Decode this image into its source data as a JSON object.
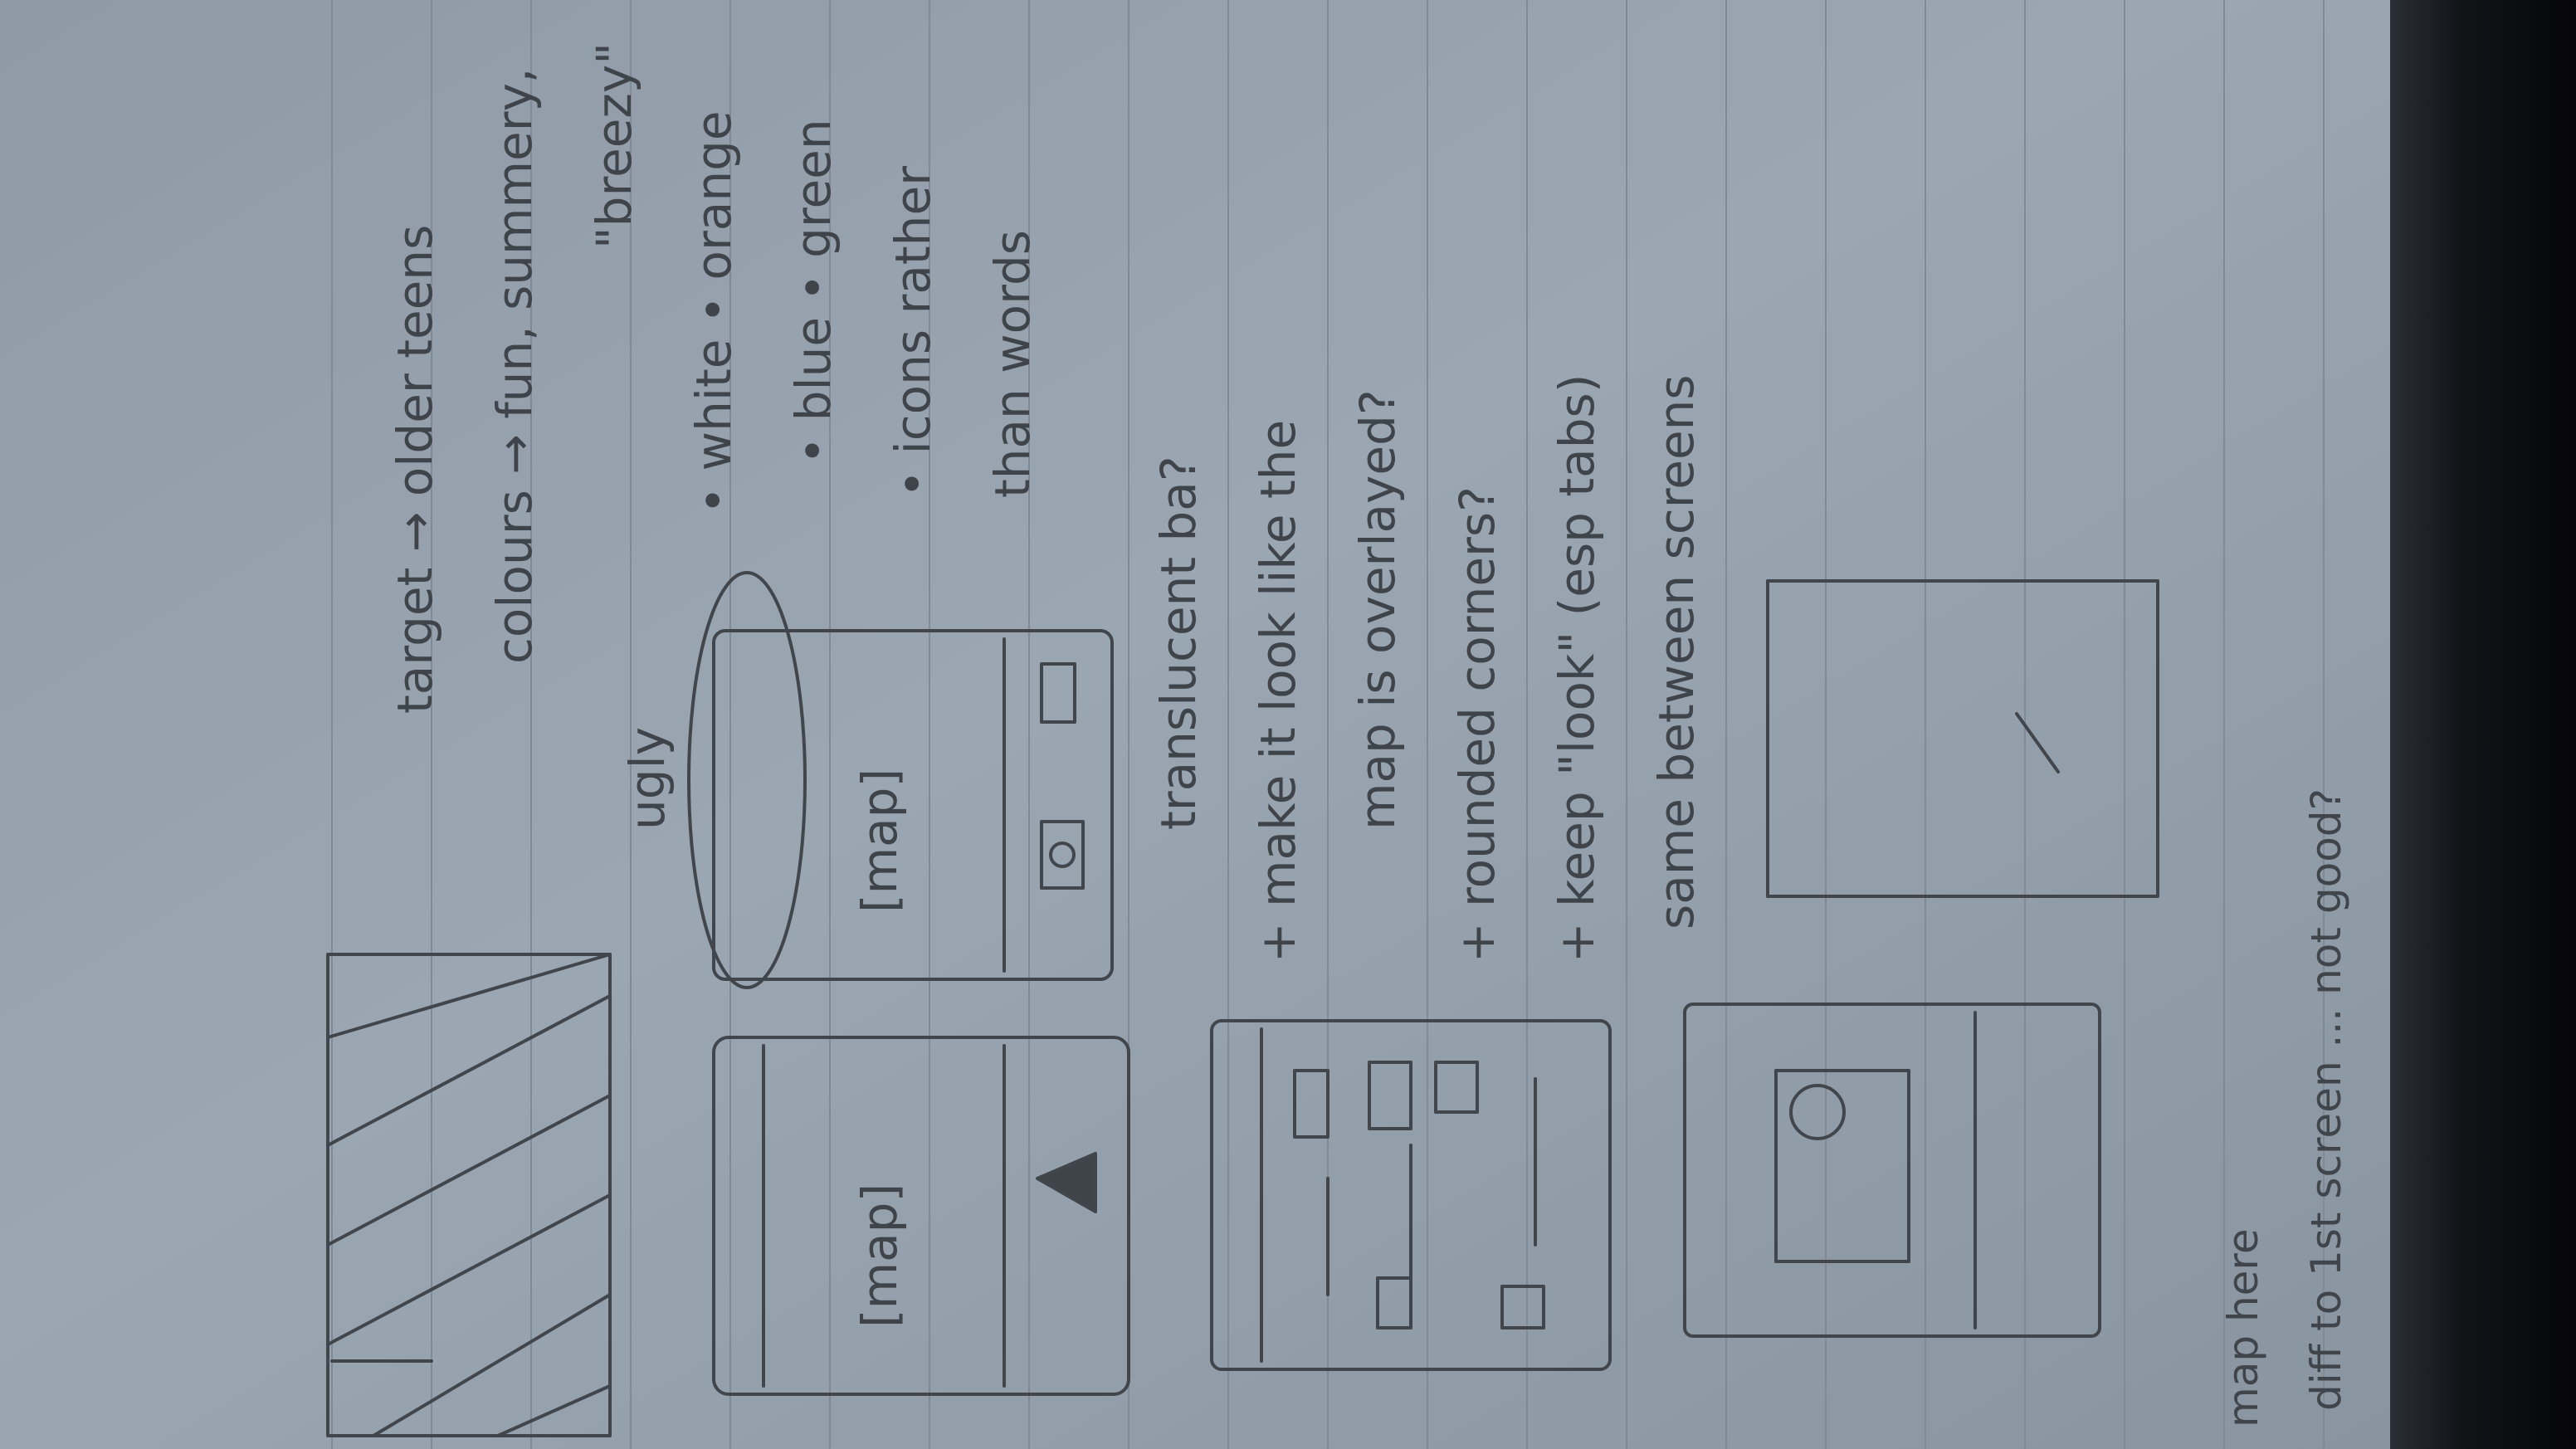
{
  "notes": {
    "target_line": "target → older teens",
    "colours_line": "colours → fun, summery,",
    "breezy": "\"breezy\"",
    "color_white_orange": "• white • orange",
    "color_blue_green": "• blue • green",
    "icons_line": "• icons rather",
    "than_words": "than words",
    "ugly": "ugly",
    "translucent": "translucent ba?",
    "make_look": "+ make it look like the",
    "map_overlayed": "map is overlayed?",
    "rounded": "+ rounded corners?",
    "keep_look": "+ keep \"look\" (esp tabs)",
    "same_between": "same between screens",
    "map_here": "map here",
    "diff_screen": "diff to 1st screen ... not good?"
  },
  "sketch_labels": {
    "map_a": "[map]",
    "map_b": "[map]"
  }
}
